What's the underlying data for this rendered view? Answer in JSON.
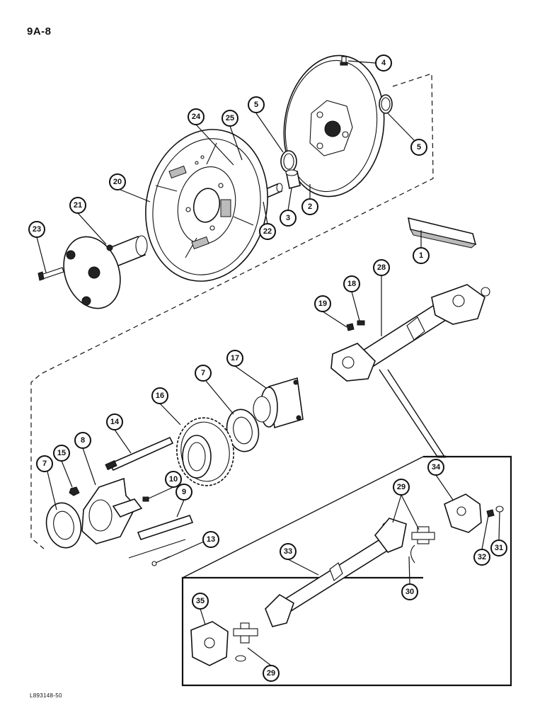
{
  "page_code": "9A-8",
  "figure_code": "L893148-50",
  "callouts": [
    {
      "id": "c1",
      "label": "1"
    },
    {
      "id": "c2",
      "label": "2"
    },
    {
      "id": "c3",
      "label": "3"
    },
    {
      "id": "c4",
      "label": "4"
    },
    {
      "id": "c5a",
      "label": "5"
    },
    {
      "id": "c5b",
      "label": "5"
    },
    {
      "id": "c7a",
      "label": "7"
    },
    {
      "id": "c7b",
      "label": "7"
    },
    {
      "id": "c8",
      "label": "8"
    },
    {
      "id": "c9",
      "label": "9"
    },
    {
      "id": "c10",
      "label": "10"
    },
    {
      "id": "c13",
      "label": "13"
    },
    {
      "id": "c14",
      "label": "14"
    },
    {
      "id": "c15",
      "label": "15"
    },
    {
      "id": "c16",
      "label": "16"
    },
    {
      "id": "c17",
      "label": "17"
    },
    {
      "id": "c18",
      "label": "18"
    },
    {
      "id": "c19",
      "label": "19"
    },
    {
      "id": "c20",
      "label": "20"
    },
    {
      "id": "c21",
      "label": "21"
    },
    {
      "id": "c22",
      "label": "22"
    },
    {
      "id": "c23",
      "label": "23"
    },
    {
      "id": "c24",
      "label": "24"
    },
    {
      "id": "c25",
      "label": "25"
    },
    {
      "id": "c28",
      "label": "28"
    },
    {
      "id": "c29a",
      "label": "29"
    },
    {
      "id": "c29b",
      "label": "29"
    },
    {
      "id": "c30",
      "label": "30"
    },
    {
      "id": "c31",
      "label": "31"
    },
    {
      "id": "c32",
      "label": "32"
    },
    {
      "id": "c33",
      "label": "33"
    },
    {
      "id": "c34",
      "label": "34"
    },
    {
      "id": "c35",
      "label": "35"
    }
  ]
}
